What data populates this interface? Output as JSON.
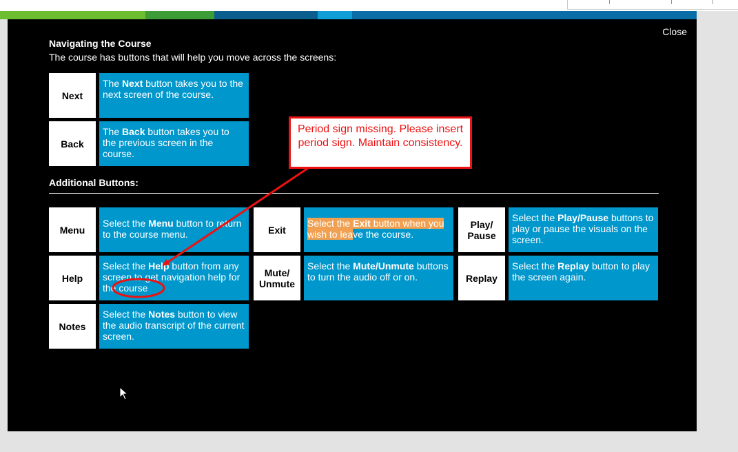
{
  "window": {
    "close_label": "Close"
  },
  "colors": {
    "strip": [
      "#6cbd2f",
      "#3d9c36",
      "#0b5f8e",
      "#0f9ed8",
      "#0a6da6"
    ],
    "tile": "#0097cc",
    "annotation": "#e11111"
  },
  "nav_section": {
    "title": "Navigating the Course",
    "intro": "The course has buttons that will help you move across the screens:",
    "items": [
      {
        "key": "Next",
        "desc": [
          {
            "t": "The "
          },
          {
            "t": "Next",
            "b": true
          },
          {
            "t": " button takes you to the next screen of the course."
          }
        ]
      },
      {
        "key": "Back",
        "desc": [
          {
            "t": "The "
          },
          {
            "t": "Back",
            "b": true
          },
          {
            "t": " button takes you to the previous screen in the course."
          }
        ]
      }
    ]
  },
  "additional_section": {
    "title": "Additional Buttons:",
    "items": [
      {
        "key": "Menu",
        "desc": [
          {
            "t": "Select the "
          },
          {
            "t": "Menu",
            "b": true
          },
          {
            "t": " button to return to the course menu."
          }
        ]
      },
      {
        "key": "Help",
        "desc": [
          {
            "t": "Select the "
          },
          {
            "t": "Help",
            "b": true
          },
          {
            "t": " button from any screen to get navigation help for the course"
          }
        ]
      },
      {
        "key": "Notes",
        "desc": [
          {
            "t": "Select the "
          },
          {
            "t": "Notes",
            "b": true
          },
          {
            "t": " button to view the audio transcript of the current screen."
          }
        ]
      },
      {
        "key": "Exit",
        "desc": [
          {
            "t": "Select the ",
            "hl": true
          },
          {
            "t": "Exit",
            "b": true,
            "hl": true
          },
          {
            "t": " button when you wish to lea",
            "hl": true
          },
          {
            "t": "ve the course."
          }
        ]
      },
      {
        "key": "Mute/\nUnmute",
        "desc": [
          {
            "t": "Select the "
          },
          {
            "t": "Mute/Unmute",
            "b": true
          },
          {
            "t": " buttons to turn the audio off or on."
          }
        ]
      },
      {
        "key": "Play/\nPause",
        "desc": [
          {
            "t": "Select the "
          },
          {
            "t": "Play/Pause",
            "b": true
          },
          {
            "t": " buttons to play or pause the visuals on the screen."
          }
        ]
      },
      {
        "key": "Replay",
        "desc": [
          {
            "t": "Select the "
          },
          {
            "t": "Replay",
            "b": true
          },
          {
            "t": " button to play the screen again."
          }
        ]
      }
    ]
  },
  "annotation": {
    "text": "Period sign missing. Please insert period sign. Maintain consistency."
  }
}
